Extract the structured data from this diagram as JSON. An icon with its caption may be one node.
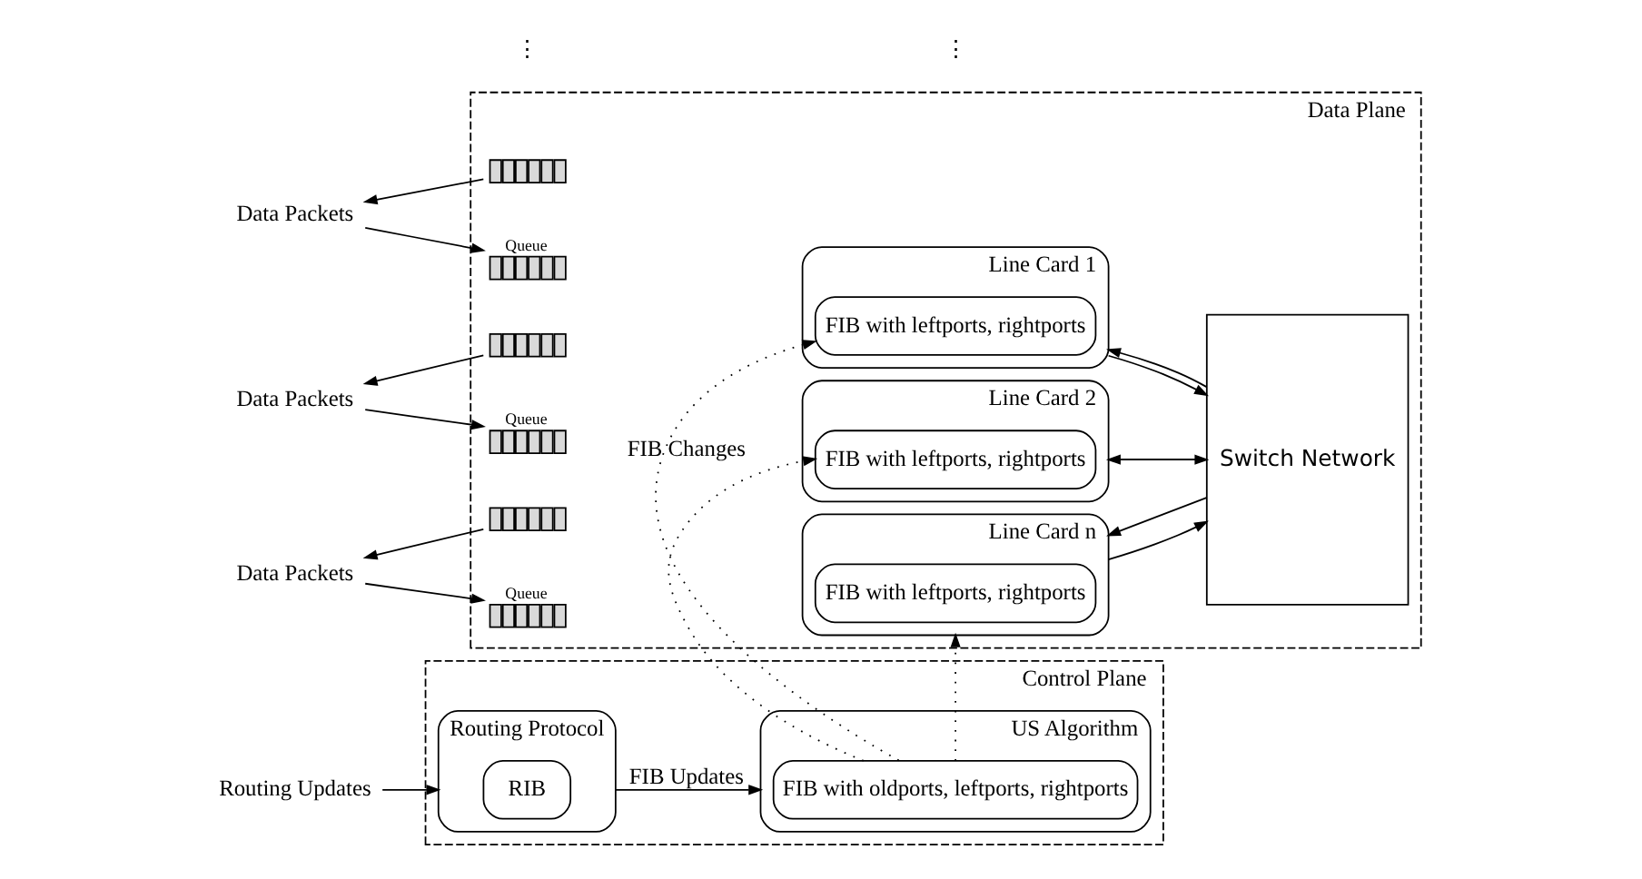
{
  "diagram": {
    "nodes": [
      {
        "text": [
          "Control Plane"
        ]
      },
      {
        "text": [
          "Routing Updates"
        ]
      },
      {
        "text": [
          "Routing Protocol"
        ],
        "in": 0
      },
      {
        "text": [
          "RIB"
        ],
        "in": 2
      },
      {
        "text": [
          "US Algorithm"
        ],
        "in": 0
      },
      {
        "text": [
          "FIB with oldports, leftports, rightports"
        ],
        "in": 4
      },
      {
        "text": [
          "Data Plane"
        ]
      },
      {
        "text": [
          "Data Packets"
        ]
      },
      {
        "text": [],
        "shape": "box",
        "beside": [
          "Queue"
        ],
        "in": 6
      },
      {
        "text": [],
        "shape": "box",
        "in": 6
      },
      {
        "text": [
          "Line Card 1"
        ],
        "in": 6
      },
      {
        "text": [
          "FIB with leftports, rightports"
        ],
        "in": 10
      },
      {
        "text": [
          "Data Packets"
        ]
      },
      {
        "text": [],
        "shape": "box",
        "beside": [
          "Queue"
        ],
        "in": 6
      },
      {
        "text": [],
        "shape": "box",
        "in": 6
      },
      {
        "text": [
          "Line Card 2"
        ],
        "in": 6
      },
      {
        "text": [
          "FIB with leftports, rightports"
        ],
        "in": 15
      },
      {
        "text": [
          "Data Packets"
        ]
      },
      {
        "text": [],
        "shape": "box",
        "beside": [
          "Queue"
        ],
        "in": 6
      },
      {
        "text": [],
        "shape": "box",
        "in": 6
      },
      {
        "text": [
          "Line Card n"
        ],
        "in": 6
      },
      {
        "text": [
          "FIB with leftports, rightports"
        ],
        "in": 20
      },
      {
        "text": [
          "Switch Network"
        ],
        "in": 6
      }
    ],
    "edges": [
      {
        "from": 1,
        "to": 2,
        "arrow": "to"
      },
      {
        "from": 2,
        "to": 4,
        "arrow": "to",
        "label": "FIB Updates"
      },
      {
        "from": 5,
        "to": 11,
        "arrow": "to",
        "style": "dashed",
        "label": "FIB Changes"
      },
      {
        "from": 5,
        "to": 16,
        "arrow": "to",
        "style": "dashed"
      },
      {
        "from": 5,
        "to": 20,
        "arrow": "to",
        "style": "dashed"
      },
      {
        "from": 7,
        "to": 8,
        "arrow": "to"
      },
      {
        "from": 9,
        "to": 7,
        "arrow": "to"
      },
      {
        "from": 10,
        "to": 22,
        "arrow": "to"
      },
      {
        "from": 22,
        "to": 10,
        "arrow": "to"
      },
      {
        "from": 12,
        "to": 13,
        "arrow": "to"
      },
      {
        "from": 14,
        "to": 12,
        "arrow": "to"
      },
      {
        "from": 15,
        "to": 22,
        "arrow": "to"
      },
      {
        "from": 22,
        "to": 15,
        "arrow": "to"
      },
      {
        "from": 17,
        "to": 18,
        "arrow": "to"
      },
      {
        "from": 19,
        "to": 17,
        "arrow": "to"
      },
      {
        "from": 20,
        "to": 22,
        "arrow": "to"
      },
      {
        "from": 22,
        "to": 20,
        "arrow": "to"
      }
    ],
    "labels": [
      "⋮",
      "⋮"
    ]
  }
}
